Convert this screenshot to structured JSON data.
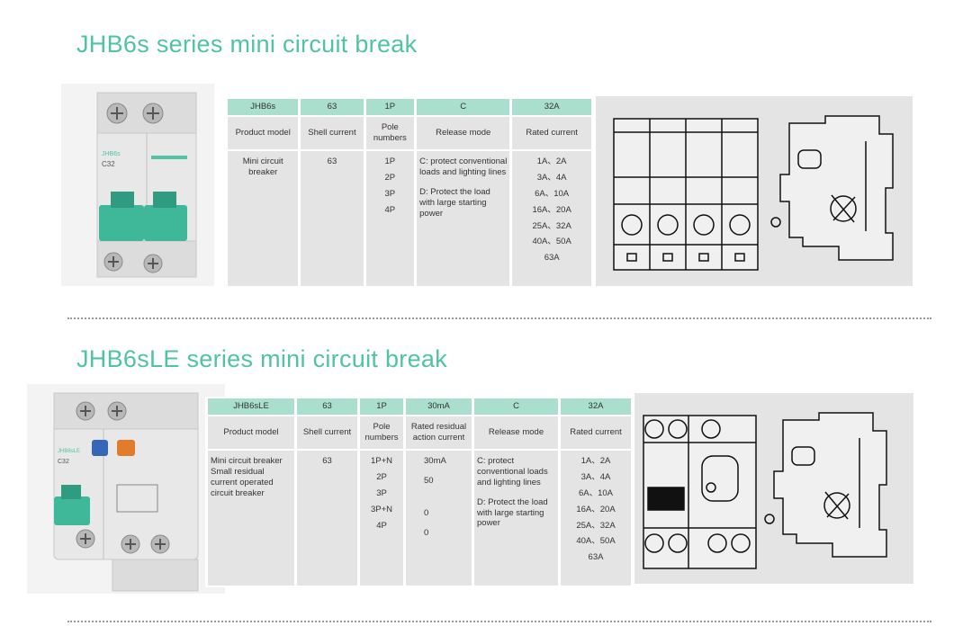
{
  "sections": [
    {
      "title": "JHB6s series mini circuit break",
      "product_photo": {
        "icon": "mcb-2pole-photo",
        "brand_text": "JHB6s",
        "label_text": "C32"
      },
      "header": [
        "JHB6s",
        "63",
        "1P",
        "C",
        "32A"
      ],
      "labels": [
        "Product model",
        "Shell current",
        "Pole numbers",
        "Release mode",
        "Rated current"
      ],
      "body": {
        "model": "Mini circuit breaker",
        "shell": "63",
        "poles": [
          "1P",
          "2P",
          "3P",
          "4P"
        ],
        "release_c": "C: protect conventional loads and lighting lines",
        "release_d": "D: Protect the load with large starting power",
        "rated": [
          "1A、2A",
          "3A、4A",
          "6A、10A",
          "16A、20A",
          "25A、32A",
          "40A、50A",
          "63A"
        ]
      },
      "drawing_icons": [
        "4-pole-front-view-drawing",
        "side-view-drawing"
      ]
    },
    {
      "title": "JHB6sLE series mini circuit break",
      "product_photo": {
        "icon": "rcbo-photo",
        "brand_text": "JHB6sLE",
        "label_text": "C32"
      },
      "header": [
        "JHB6sLE",
        "63",
        "1P",
        "30mA",
        "C",
        "32A"
      ],
      "labels": [
        "Product model",
        "Shell current",
        "Pole numbers",
        "Rated residual action current",
        "Release mode",
        "Rated current"
      ],
      "body": {
        "model": "Mini circuit breaker Small residual current operated circuit breaker",
        "shell": "63",
        "poles": [
          "1P+N",
          "2P",
          "3P",
          "3P+N",
          "4P"
        ],
        "residual": [
          "30mA",
          "50",
          "",
          "0",
          "0"
        ],
        "release_c": "C: protect conventional loads and lighting lines",
        "release_d": "D: Protect the load with large starting power",
        "rated": [
          "1A、2A",
          "3A、4A",
          "6A、10A",
          "16A、20A",
          "25A、32A",
          "40A、50A",
          "63A"
        ]
      },
      "drawing_icons": [
        "rcbo-front-view-drawing",
        "side-view-drawing"
      ]
    }
  ]
}
